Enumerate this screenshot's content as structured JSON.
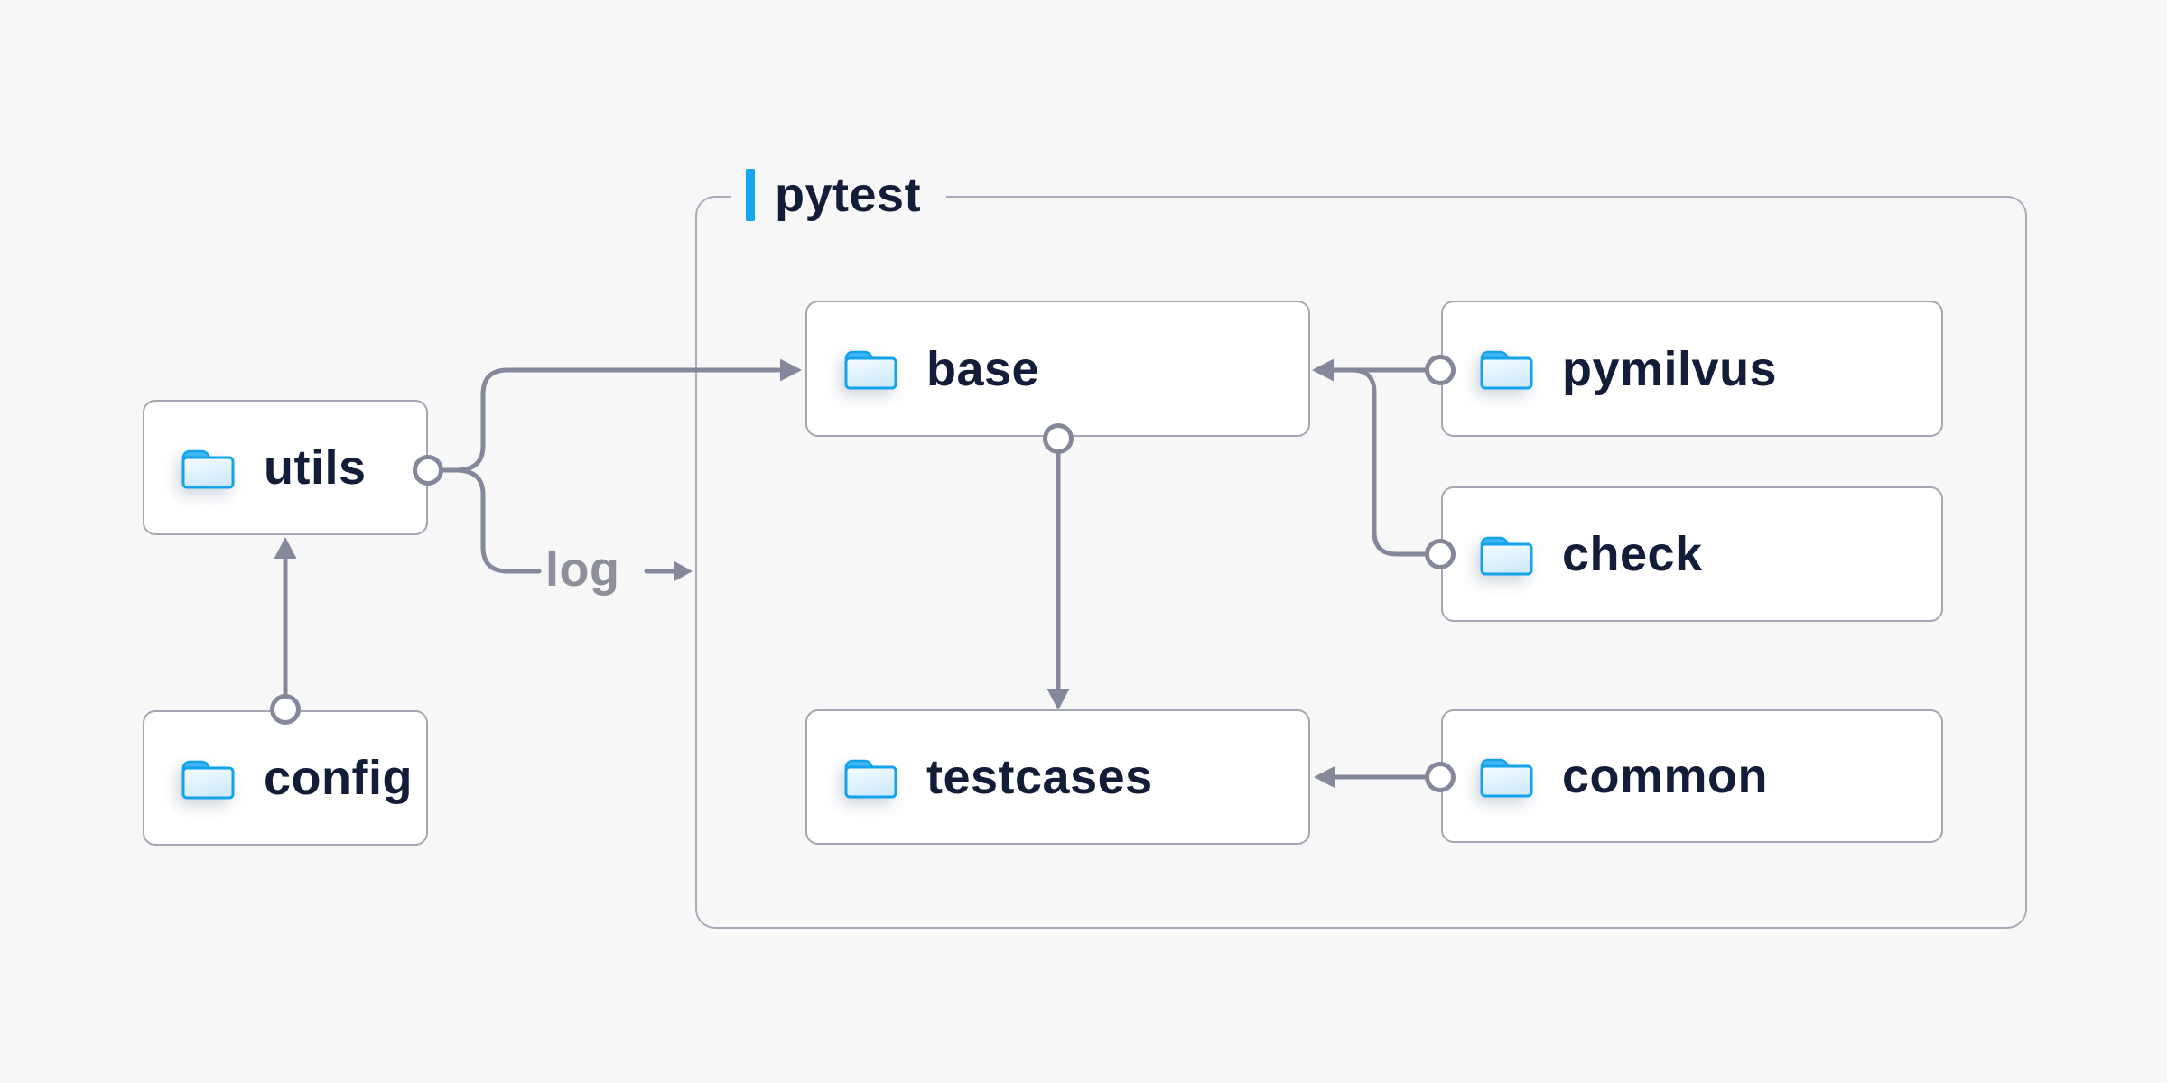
{
  "canvas": {
    "background": "#f7f7f8"
  },
  "group": {
    "label": "pytest",
    "accent_color": "#14a7ef",
    "border_color": "#a9abbb"
  },
  "nodes": {
    "utils": {
      "label": "utils",
      "icon": "folder-icon"
    },
    "config": {
      "label": "config",
      "icon": "folder-icon"
    },
    "base": {
      "label": "base",
      "icon": "folder-icon"
    },
    "pymilvus": {
      "label": "pymilvus",
      "icon": "folder-icon"
    },
    "check": {
      "label": "check",
      "icon": "folder-icon"
    },
    "testcases": {
      "label": "testcases",
      "icon": "folder-icon"
    },
    "common": {
      "label": "common",
      "icon": "folder-icon"
    }
  },
  "edges": [
    {
      "from": "config",
      "to": "utils",
      "type": "arrow"
    },
    {
      "from": "utils",
      "to": "base",
      "type": "arrow"
    },
    {
      "from": "utils",
      "to": "log",
      "type": "labeled-arrow",
      "label": "log"
    },
    {
      "from": "pymilvus",
      "to": "base",
      "type": "arrow"
    },
    {
      "from": "check",
      "to": "base",
      "type": "arrow"
    },
    {
      "from": "base",
      "to": "testcases",
      "type": "arrow"
    },
    {
      "from": "common",
      "to": "testcases",
      "type": "arrow"
    }
  ],
  "edge_label": "log",
  "colors": {
    "node_text": "#141d37",
    "log_text": "#8d909b",
    "connector": "#84889a",
    "node_border": "#a3a7b4",
    "node_background": "#ffffff",
    "folder_outline": "#13a3eb",
    "folder_tab": "#41b6f2"
  }
}
